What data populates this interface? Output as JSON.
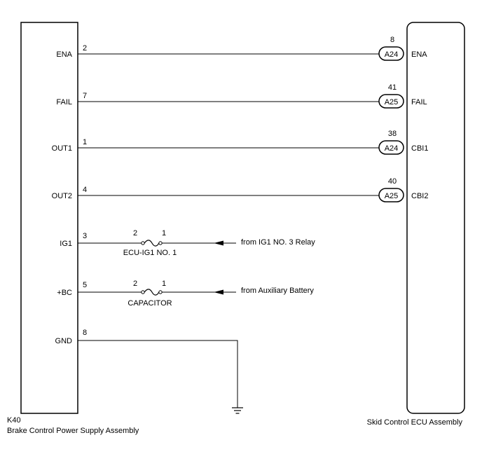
{
  "left_component": {
    "code": "K40",
    "name": "Brake Control Power Supply Assembly"
  },
  "right_component": {
    "name": "Skid Control ECU Assembly"
  },
  "circuits": [
    {
      "left_label": "ENA",
      "left_pin": "2",
      "right_pin": "8",
      "connector": "A24",
      "right_label": "ENA"
    },
    {
      "left_label": "FAIL",
      "left_pin": "7",
      "right_pin": "41",
      "connector": "A25",
      "right_label": "FAIL"
    },
    {
      "left_label": "OUT1",
      "left_pin": "1",
      "right_pin": "38",
      "connector": "A24",
      "right_label": "CBI1"
    },
    {
      "left_label": "OUT2",
      "left_pin": "4",
      "right_pin": "40",
      "connector": "A25",
      "right_label": "CBI2"
    }
  ],
  "power_feeds": [
    {
      "left_label": "IG1",
      "left_pin": "3",
      "fuse_pin_a": "2",
      "fuse_pin_b": "1",
      "fuse_name": "ECU-IG1 NO. 1",
      "source": "from IG1 NO. 3 Relay"
    },
    {
      "left_label": "+BC",
      "left_pin": "5",
      "fuse_pin_a": "2",
      "fuse_pin_b": "1",
      "fuse_name": "CAPACITOR",
      "source": "from Auxiliary Battery"
    }
  ],
  "ground": {
    "left_label": "GND",
    "left_pin": "8"
  },
  "colors": {
    "line": "#000000",
    "background": "#ffffff"
  }
}
